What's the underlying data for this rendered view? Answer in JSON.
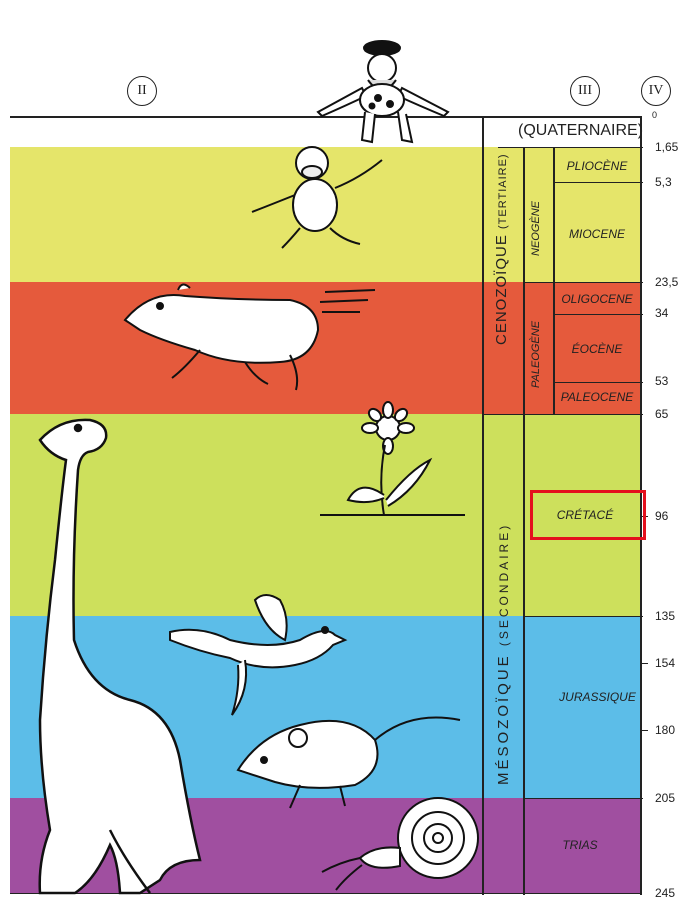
{
  "columns": {
    "col_ii": "II",
    "col_iii": "III",
    "col_iv": "IV"
  },
  "eras": {
    "quaternary": "(QUATERNAIRE)",
    "cenozoic_main": "CENOZOÏQUE",
    "cenozoic_sub": "(TERTIAIRE)",
    "mesozoic_main": "MÉSOZOÏQUE",
    "mesozoic_sub": "(SECONDAIRE)",
    "neogene": "NEOGÈNE",
    "paleogene": "PALEOGÈNE"
  },
  "periods": {
    "pliocene": "PLIOCÈNE",
    "miocene": "MIOCENE",
    "oligocene": "OLIGOCENE",
    "eocene": "ÉOCÈNE",
    "paleocene": "PALEOCENE",
    "cretace": "CRÉTACÉ",
    "jurassique": "JURASSIQUE",
    "trias": "TRIAS"
  },
  "ticks": [
    "0",
    "1,65",
    "5,3",
    "23,5",
    "34",
    "53",
    "65",
    "96",
    "135",
    "154",
    "180",
    "205",
    "245"
  ],
  "highlight_label": "CRÉTACÉ",
  "colors": {
    "quaternary": "#ffffff",
    "neogene_band": "#e5e56a",
    "paleogene_band": "#e55a3c",
    "cretaceous_band": "#cde05c",
    "jurassic_band": "#5cbde8",
    "triassic_band": "#a04fa0",
    "highlight": "#e4101d"
  },
  "illustrations": [
    "caveman-icon",
    "ape-icon",
    "running-mammal-icon",
    "flower-icon",
    "dinosaur-icon",
    "bird-icon",
    "rat-icon",
    "ammonite-icon"
  ]
}
